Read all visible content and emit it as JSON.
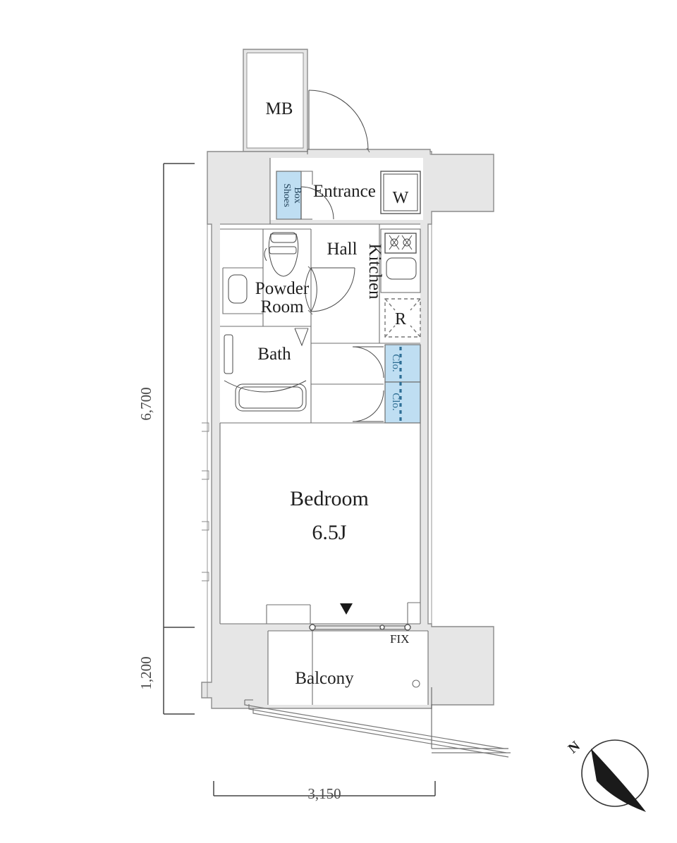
{
  "document": {
    "type": "apartment-floor-plan",
    "unit_layout": "1K"
  },
  "rooms": [
    {
      "id": "mb",
      "label": "MB",
      "orientation": "horizontal"
    },
    {
      "id": "entrance",
      "label": "Entrance",
      "orientation": "horizontal"
    },
    {
      "id": "shoes_box",
      "label": "Shoes Box",
      "orientation": "vertical"
    },
    {
      "id": "hall",
      "label": "Hall",
      "orientation": "horizontal"
    },
    {
      "id": "kitchen",
      "label": "Kitchen",
      "orientation": "vertical"
    },
    {
      "id": "powder_room",
      "label_line1": "Powder",
      "label_line2": "Room",
      "orientation": "horizontal"
    },
    {
      "id": "bath",
      "label": "Bath",
      "orientation": "horizontal"
    },
    {
      "id": "closet_top",
      "label": "Clo.",
      "orientation": "vertical"
    },
    {
      "id": "closet_bottom",
      "label": "Clo.",
      "orientation": "vertical"
    },
    {
      "id": "bedroom",
      "label": "Bedroom",
      "size_label": "6.5J",
      "orientation": "horizontal"
    },
    {
      "id": "balcony",
      "label": "Balcony",
      "orientation": "horizontal"
    }
  ],
  "appliances": [
    {
      "id": "washer",
      "label": "W",
      "description": "washing-machine-space"
    },
    {
      "id": "refrigerator",
      "label": "R",
      "description": "refrigerator-space"
    },
    {
      "id": "stove",
      "label": "",
      "description": "two-burner-stove"
    },
    {
      "id": "sink",
      "label": "",
      "description": "kitchen-sink"
    },
    {
      "id": "toilet",
      "label": "",
      "description": "toilet"
    },
    {
      "id": "bathtub",
      "label": "",
      "description": "bathtub"
    },
    {
      "id": "vanity",
      "label": "",
      "description": "wash-basin"
    }
  ],
  "annotations": {
    "fix_window": "FIX",
    "bedroom_area": "6.5J"
  },
  "dimensions": {
    "vertical_main": "6,700",
    "vertical_balcony": "1,200",
    "horizontal_total": "3,150",
    "unit": "mm"
  },
  "compass": {
    "label": "N",
    "direction": "north-arrow-up-left"
  },
  "colors": {
    "wall_fill": "#e6e6e6",
    "wall_stroke": "#8d8d8d",
    "closet_fill": "#bfdef2",
    "closet_text": "#2d6c92",
    "line": "#6f6f6f",
    "text": "#1f1f1f",
    "dimension_text": "#4a4a4a",
    "background": "#ffffff"
  }
}
